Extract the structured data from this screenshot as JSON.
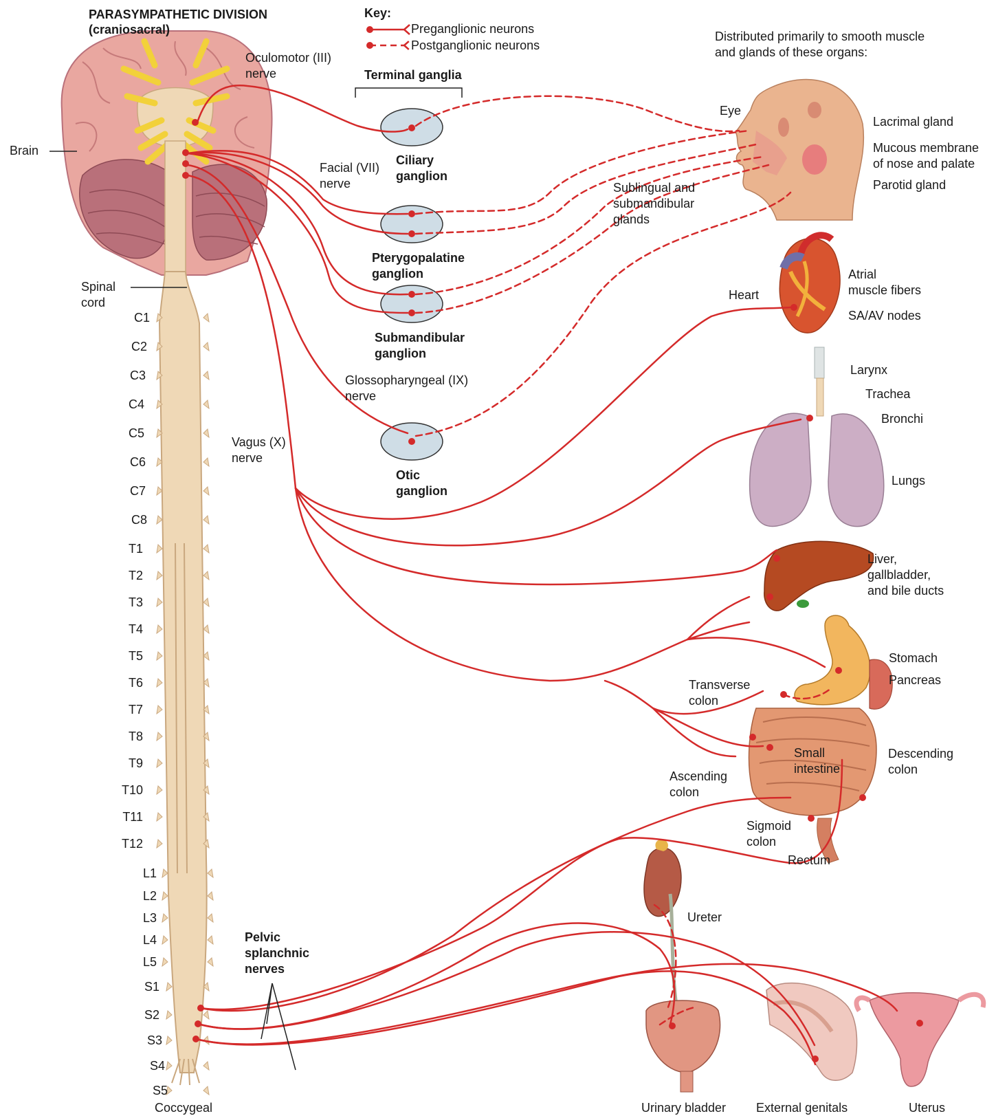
{
  "colors": {
    "nerve": "#d42a2a",
    "cord": "#efd8b6",
    "cord_edge": "#c9a77e",
    "brain": "#e9a7a0",
    "cerebellum": "#b9707a",
    "ganglion_fill": "#cfdde6",
    "nerve_root": "#f2d13a",
    "skin": "#eab48f",
    "heart": "#d8542f",
    "lung": "#ccaec5",
    "liver": "#b54a22",
    "stomach": "#f2b65e",
    "intestine": "#e39872",
    "kidney": "#b55a46",
    "bladder": "#e19682"
  },
  "title": {
    "line1": "PARASYMPATHETIC DIVISION",
    "line2": "(craniosacral)"
  },
  "key": {
    "title": "Key:",
    "pre_label": "Preganglionic neurons",
    "post_label": "Postganglionic neurons"
  },
  "header": {
    "organs_intro": "Distributed primarily to smooth muscle\nand glands of these organs:",
    "terminal_ganglia": "Terminal ganglia"
  },
  "labels": {
    "brain": "Brain",
    "spinal_cord": "Spinal\ncord",
    "oculomotor": "Oculomotor (III)\nnerve",
    "facial": "Facial (VII)\nnerve",
    "glossopharyngeal": "Glossopharyngeal (IX)\nnerve",
    "vagus": "Vagus (X)\nnerve",
    "pelvic": "Pelvic\nsplanchnic\nnerves",
    "coccygeal": "Coccygeal"
  },
  "ganglia": {
    "ciliary": "Ciliary\nganglion",
    "pterygopalatine": "Pterygopalatine\nganglion",
    "submandibular": "Submandibular\nganglion",
    "otic": "Otic\nganglion"
  },
  "organs": {
    "eye": "Eye",
    "lacrimal": "Lacrimal gland",
    "mucous": "Mucous membrane\nof nose and palate",
    "parotid": "Parotid gland",
    "sublingual": "Sublingual and\nsubmandibular\nglands",
    "heart": "Heart",
    "atrial": "Atrial\nmuscle fibers",
    "sa_av": "SA/AV nodes",
    "larynx": "Larynx",
    "trachea": "Trachea",
    "bronchi": "Bronchi",
    "lungs": "Lungs",
    "liver": "Liver,\ngallbladder,\nand bile ducts",
    "stomach": "Stomach",
    "pancreas": "Pancreas",
    "transverse": "Transverse\ncolon",
    "small_intestine": "Small\nintestine",
    "descending": "Descending\ncolon",
    "ascending": "Ascending\ncolon",
    "sigmoid": "Sigmoid\ncolon",
    "rectum": "Rectum",
    "ureter": "Ureter",
    "bladder": "Urinary bladder",
    "genitals": "External genitals",
    "uterus": "Uterus"
  },
  "segments": [
    "C1",
    "C2",
    "C3",
    "C4",
    "C5",
    "C6",
    "C7",
    "C8",
    "T1",
    "T2",
    "T3",
    "T4",
    "T5",
    "T6",
    "T7",
    "T8",
    "T9",
    "T10",
    "T11",
    "T12",
    "L1",
    "L2",
    "L3",
    "L4",
    "L5",
    "S1",
    "S2",
    "S3",
    "S4",
    "S5"
  ]
}
